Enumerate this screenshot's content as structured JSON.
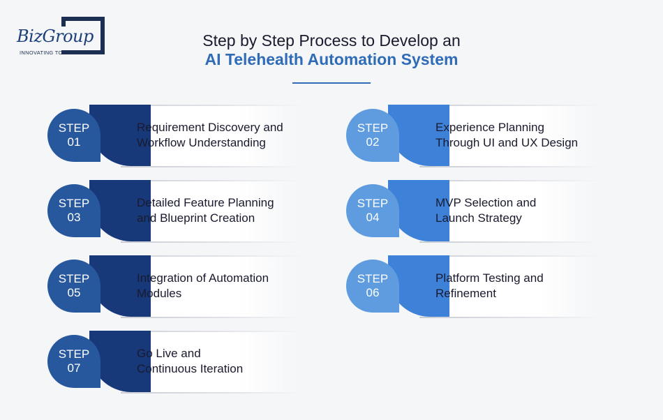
{
  "logo": {
    "name": "BizGroup",
    "tagline": "INNOVATING TOGETHER"
  },
  "title": {
    "line1": "Step by Step Process to Develop an",
    "line2": "AI Telehealth Automation System"
  },
  "colors": {
    "dark_blue": "#27579c",
    "light_blue": "#5e9cdf",
    "title_accent": "#2f6bb7"
  },
  "steps": [
    {
      "step": "STEP",
      "number": "01",
      "line1": "Requirement Discovery and",
      "line2": "Workflow Understanding"
    },
    {
      "step": "STEP",
      "number": "02",
      "line1": "Experience Planning",
      "line2": "Through UI and UX Design"
    },
    {
      "step": "STEP",
      "number": "03",
      "line1": "Detailed Feature Planning",
      "line2": "and Blueprint Creation"
    },
    {
      "step": "STEP",
      "number": "04",
      "line1": "MVP Selection and",
      "line2": "Launch Strategy"
    },
    {
      "step": "STEP",
      "number": "05",
      "line1": "Integration of Automation",
      "line2": "Modules"
    },
    {
      "step": "STEP",
      "number": "06",
      "line1": "Platform Testing and",
      "line2": "Refinement"
    },
    {
      "step": "STEP",
      "number": "07",
      "line1": "Go Live and",
      "line2": "Continuous Iteration"
    }
  ]
}
